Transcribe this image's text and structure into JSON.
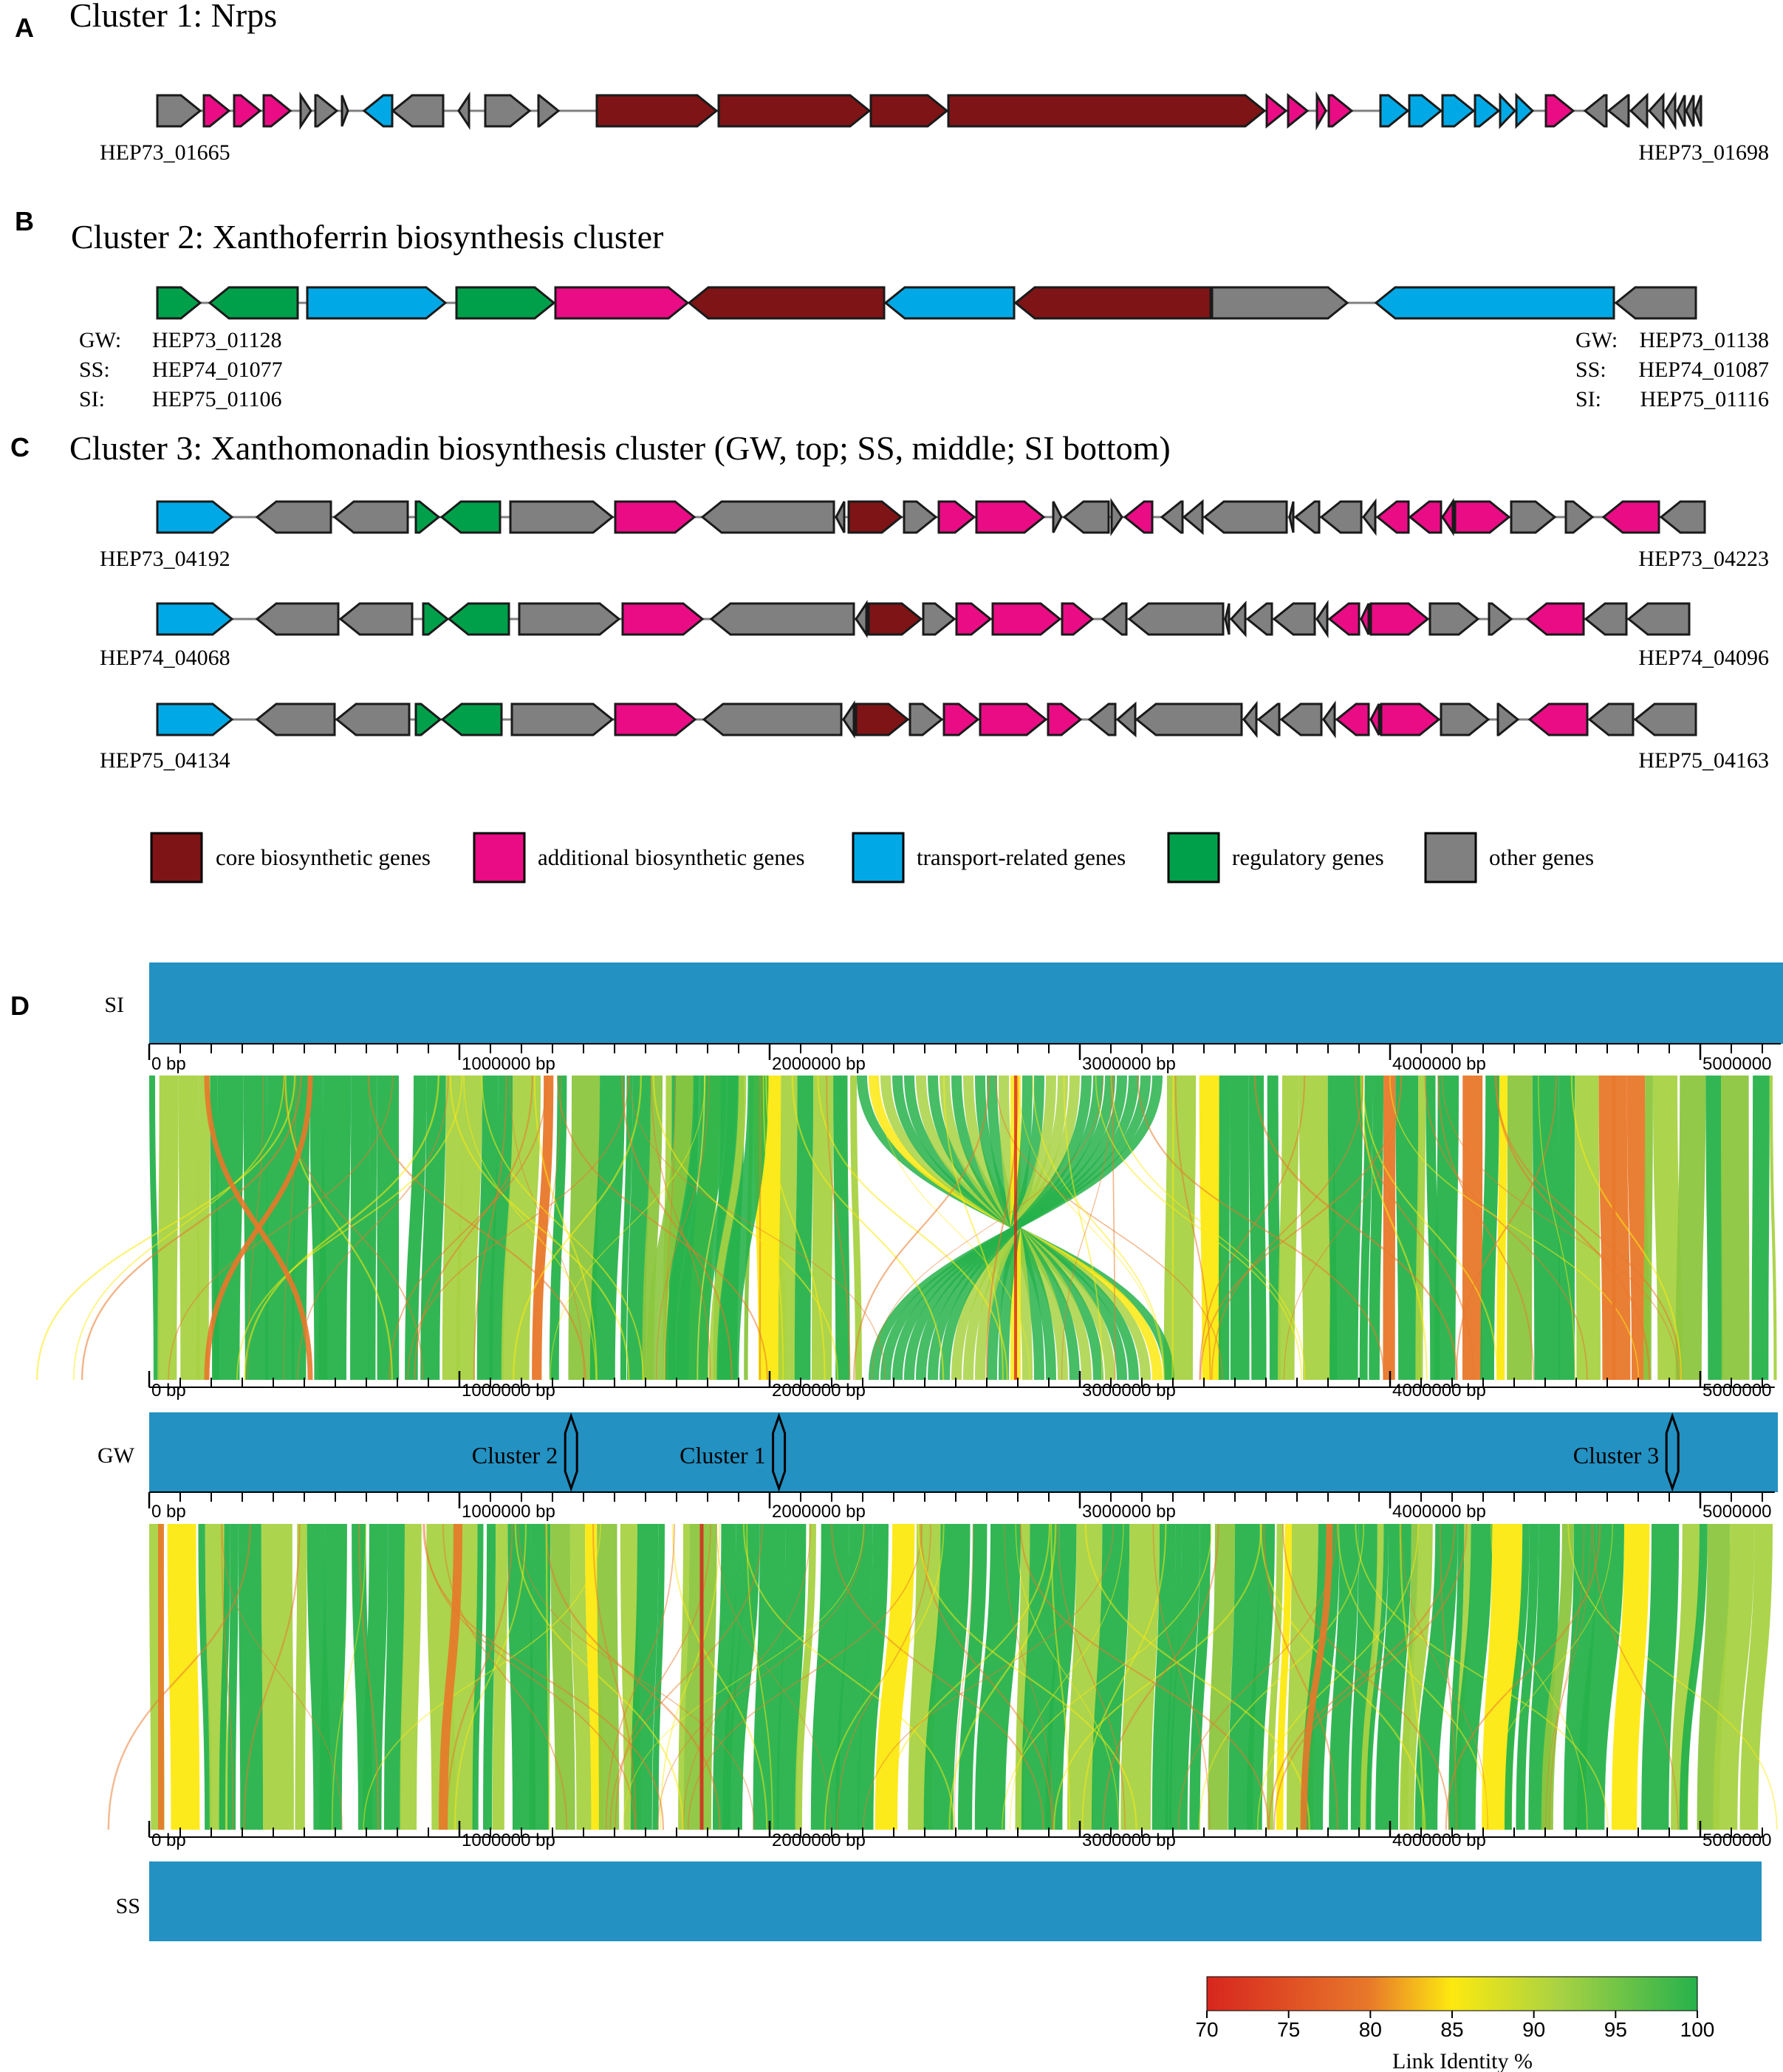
{
  "panels": {
    "A": {
      "letter": "A",
      "title": "Cluster 1: Nrps",
      "left_locus": "HEP73_01665",
      "right_locus": "HEP73_01698",
      "genes": [
        [
          "o",
          0,
          58,
          "+"
        ],
        [
          "a",
          63,
          97,
          "+"
        ],
        [
          "a",
          104,
          139,
          "+"
        ],
        [
          "a",
          144,
          180,
          "+"
        ],
        [
          "o",
          194,
          208,
          "+"
        ],
        [
          "o",
          214,
          243,
          "+"
        ],
        [
          "o",
          250,
          258,
          "+"
        ],
        [
          "t",
          280,
          318,
          "-"
        ],
        [
          "o",
          319,
          387,
          "-"
        ],
        [
          "o",
          408,
          422,
          "-"
        ],
        [
          "o",
          444,
          504,
          "+"
        ],
        [
          "o",
          516,
          543,
          "+"
        ],
        [
          "c",
          595,
          757,
          "+"
        ],
        [
          "c",
          760,
          964,
          "+"
        ],
        [
          "c",
          966,
          1069,
          "+"
        ],
        [
          "c",
          1071,
          1499,
          "+"
        ],
        [
          "a",
          1502,
          1528,
          "+"
        ],
        [
          "a",
          1531,
          1557,
          "+"
        ],
        [
          "a",
          1570,
          1582,
          "+"
        ],
        [
          "a",
          1586,
          1617,
          "+"
        ],
        [
          "t",
          1656,
          1693,
          "+"
        ],
        [
          "t",
          1695,
          1738,
          "+"
        ],
        [
          "t",
          1740,
          1782,
          "+"
        ],
        [
          "t",
          1784,
          1816,
          "+"
        ],
        [
          "t",
          1818,
          1838,
          "+"
        ],
        [
          "t",
          1840,
          1862,
          "+"
        ],
        [
          "a",
          1880,
          1917,
          "+"
        ],
        [
          "o",
          1933,
          1962,
          "-"
        ],
        [
          "o",
          1965,
          1992,
          "-"
        ],
        [
          "o",
          1995,
          2017,
          "-"
        ],
        [
          "o",
          2020,
          2039,
          "-"
        ],
        [
          "o",
          2042,
          2055,
          "-"
        ],
        [
          "o",
          2058,
          2068,
          "-"
        ],
        [
          "o",
          2070,
          2080,
          "-"
        ],
        [
          "o",
          2082,
          2090,
          "-"
        ]
      ]
    },
    "B": {
      "letter": "B",
      "title": "Cluster 2: Xanthoferrin biosynthesis cluster",
      "left_loci": [
        [
          "GW:",
          "HEP73_01128"
        ],
        [
          "SS:",
          "HEP74_01077"
        ],
        [
          "SI:",
          "HEP75_01106"
        ]
      ],
      "right_loci": [
        [
          "GW:",
          "HEP73_01138"
        ],
        [
          "SS:",
          "HEP74_01087"
        ],
        [
          "SI:",
          "HEP75_01116"
        ]
      ],
      "genes": [
        [
          "r",
          0,
          58,
          "+"
        ],
        [
          "r",
          71,
          190,
          "-"
        ],
        [
          "t",
          203,
          390,
          "+"
        ],
        [
          "r",
          405,
          537,
          "+"
        ],
        [
          "a",
          539,
          718,
          "+"
        ],
        [
          "c",
          720,
          984,
          "-"
        ],
        [
          "t",
          986,
          1160,
          "-"
        ],
        [
          "c",
          1162,
          1426,
          "-"
        ],
        [
          "o",
          1428,
          1611,
          "+"
        ],
        [
          "t",
          1650,
          1972,
          "-"
        ],
        [
          "o",
          1975,
          2083,
          "-"
        ]
      ]
    },
    "C": {
      "letter": "C",
      "title": "Cluster 3: Xanthomonadin biosynthesis cluster (GW, top; SS, middle; SI bottom)",
      "rows": [
        {
          "left_locus": "HEP73_04192",
          "right_locus": "HEP73_04223",
          "genes": [
            [
              "t",
              0,
              101,
              "+"
            ],
            [
              "o",
              135,
              235,
              "-"
            ],
            [
              "o",
              240,
              339,
              "-"
            ],
            [
              "r",
              350,
              381,
              "+"
            ],
            [
              "r",
              385,
              464,
              "-"
            ],
            [
              "o",
              478,
              616,
              "+"
            ],
            [
              "a",
              620,
              727,
              "+"
            ],
            [
              "o",
              738,
              916,
              "-"
            ],
            [
              "o",
              919,
              930,
              "-"
            ],
            [
              "c",
              936,
              1007,
              "+"
            ],
            [
              "o",
              1011,
              1054,
              "+"
            ],
            [
              "a",
              1058,
              1106,
              "+"
            ],
            [
              "a",
              1109,
              1200,
              "+"
            ],
            [
              "o",
              1213,
              1224,
              "+"
            ],
            [
              "o",
              1228,
              1288,
              "-"
            ],
            [
              "o",
              1292,
              1306,
              "+"
            ],
            [
              "a",
              1310,
              1347,
              "-"
            ],
            [
              "o",
              1360,
              1388,
              "-"
            ],
            [
              "o",
              1390,
              1415,
              "-"
            ],
            [
              "o",
              1418,
              1529,
              "-"
            ],
            [
              "o",
              1533,
              1538,
              "-"
            ],
            [
              "o",
              1541,
              1573,
              "-"
            ],
            [
              "o",
              1576,
              1630,
              "-"
            ],
            [
              "o",
              1633,
              1649,
              "-"
            ],
            [
              "a",
              1652,
              1694,
              "-"
            ],
            [
              "a",
              1696,
              1738,
              "-"
            ],
            [
              "a",
              1740,
              1754,
              "-"
            ],
            [
              "a",
              1757,
              1830,
              "+"
            ],
            [
              "o",
              1833,
              1892,
              "+"
            ],
            [
              "o",
              1907,
              1943,
              "+"
            ],
            [
              "a",
              1958,
              2033,
              "-"
            ],
            [
              "o",
              2036,
              2095,
              "-"
            ]
          ]
        },
        {
          "left_locus": "HEP74_04068",
          "right_locus": "HEP74_04096",
          "genes": [
            [
              "t",
              0,
              101,
              "+"
            ],
            [
              "o",
              135,
              245,
              "-"
            ],
            [
              "o",
              248,
              345,
              "-"
            ],
            [
              "r",
              360,
              393,
              "+"
            ],
            [
              "r",
              395,
              476,
              "-"
            ],
            [
              "o",
              490,
              625,
              "+"
            ],
            [
              "a",
              630,
              738,
              "+"
            ],
            [
              "o",
              750,
              943,
              "-"
            ],
            [
              "o",
              946,
              960,
              "-"
            ],
            [
              "c",
              963,
              1034,
              "+"
            ],
            [
              "o",
              1037,
              1079,
              "+"
            ],
            [
              "a",
              1082,
              1128,
              "+"
            ],
            [
              "a",
              1131,
              1222,
              "+"
            ],
            [
              "a",
              1225,
              1266,
              "+"
            ],
            [
              "o",
              1280,
              1312,
              "-"
            ],
            [
              "o",
              1316,
              1443,
              "-"
            ],
            [
              "o",
              1446,
              1451,
              "-"
            ],
            [
              "o",
              1454,
              1473,
              "-"
            ],
            [
              "o",
              1476,
              1509,
              "-"
            ],
            [
              "o",
              1512,
              1567,
              "-"
            ],
            [
              "o",
              1570,
              1584,
              "-"
            ],
            [
              "a",
              1587,
              1627,
              "-"
            ],
            [
              "a",
              1630,
              1640,
              "-"
            ],
            [
              "a",
              1643,
              1720,
              "+"
            ],
            [
              "o",
              1723,
              1788,
              "+"
            ],
            [
              "o",
              1803,
              1833,
              "+"
            ],
            [
              "a",
              1855,
              1931,
              "-"
            ],
            [
              "o",
              1934,
              1989,
              "-"
            ],
            [
              "o",
              1992,
              2074,
              "-"
            ]
          ]
        },
        {
          "left_locus": "HEP75_04134",
          "right_locus": "HEP75_04163",
          "genes": [
            [
              "t",
              0,
              101,
              "+"
            ],
            [
              "o",
              135,
              240,
              "-"
            ],
            [
              "o",
              243,
              341,
              "-"
            ],
            [
              "r",
              350,
              383,
              "+"
            ],
            [
              "r",
              386,
              466,
              "-"
            ],
            [
              "o",
              480,
              616,
              "+"
            ],
            [
              "a",
              620,
              728,
              "+"
            ],
            [
              "o",
              740,
              926,
              "-"
            ],
            [
              "o",
              929,
              943,
              "-"
            ],
            [
              "c",
              946,
              1016,
              "+"
            ],
            [
              "o",
              1019,
              1062,
              "+"
            ],
            [
              "a",
              1065,
              1111,
              "+"
            ],
            [
              "a",
              1114,
              1203,
              "+"
            ],
            [
              "a",
              1206,
              1250,
              "+"
            ],
            [
              "o",
              1262,
              1297,
              "-"
            ],
            [
              "o",
              1300,
              1324,
              "-"
            ],
            [
              "o",
              1326,
              1468,
              "-"
            ],
            [
              "o",
              1471,
              1488,
              "-"
            ],
            [
              "o",
              1491,
              1519,
              "-"
            ],
            [
              "o",
              1522,
              1576,
              "-"
            ],
            [
              "o",
              1579,
              1594,
              "-"
            ],
            [
              "a",
              1597,
              1640,
              "-"
            ],
            [
              "a",
              1643,
              1654,
              "-"
            ],
            [
              "a",
              1657,
              1735,
              "+"
            ],
            [
              "o",
              1738,
              1802,
              "+"
            ],
            [
              "o",
              1815,
              1842,
              "+"
            ],
            [
              "a",
              1858,
              1936,
              "-"
            ],
            [
              "o",
              1939,
              1998,
              "-"
            ],
            [
              "o",
              2001,
              2083,
              "-"
            ]
          ]
        }
      ]
    },
    "D": {
      "letter": "D"
    }
  },
  "legend": [
    {
      "key": "c",
      "label": "core biosynthetic genes",
      "color": "#7e1416"
    },
    {
      "key": "a",
      "label": "additional biosynthetic genes",
      "color": "#ea0c85"
    },
    {
      "key": "t",
      "label": "transport-related genes",
      "color": "#00a9e6"
    },
    {
      "key": "r",
      "label": "regulatory genes",
      "color": "#00a04b"
    },
    {
      "key": "o",
      "label": "other genes",
      "color": "#808080"
    }
  ],
  "genome": {
    "bar_color": "#2391c2",
    "tick_labels": [
      "0 bp",
      "1000000 bp",
      "2000000 bp",
      "3000000 bp",
      "4000000 bp",
      "5000000"
    ],
    "tracks": [
      {
        "label": "SI",
        "length_bp": 5260000
      },
      {
        "label": "GW",
        "length_bp": 5240000
      },
      {
        "label": "SS",
        "length_bp": 5200000
      }
    ],
    "clusters": [
      {
        "label": "Cluster 2",
        "position_bp": 1360000
      },
      {
        "label": "Cluster 1",
        "position_bp": 2030000
      },
      {
        "label": "Cluster 3",
        "position_bp": 4910000
      }
    ]
  },
  "colorbar": {
    "title": "Link Identity %",
    "ticks": [
      "70",
      "75",
      "80",
      "85",
      "90",
      "95",
      "100"
    ],
    "range": [
      70,
      100
    ],
    "colors": [
      "#d7261e",
      "#e8782a",
      "#fde910",
      "#a8d243",
      "#27b24b"
    ]
  }
}
